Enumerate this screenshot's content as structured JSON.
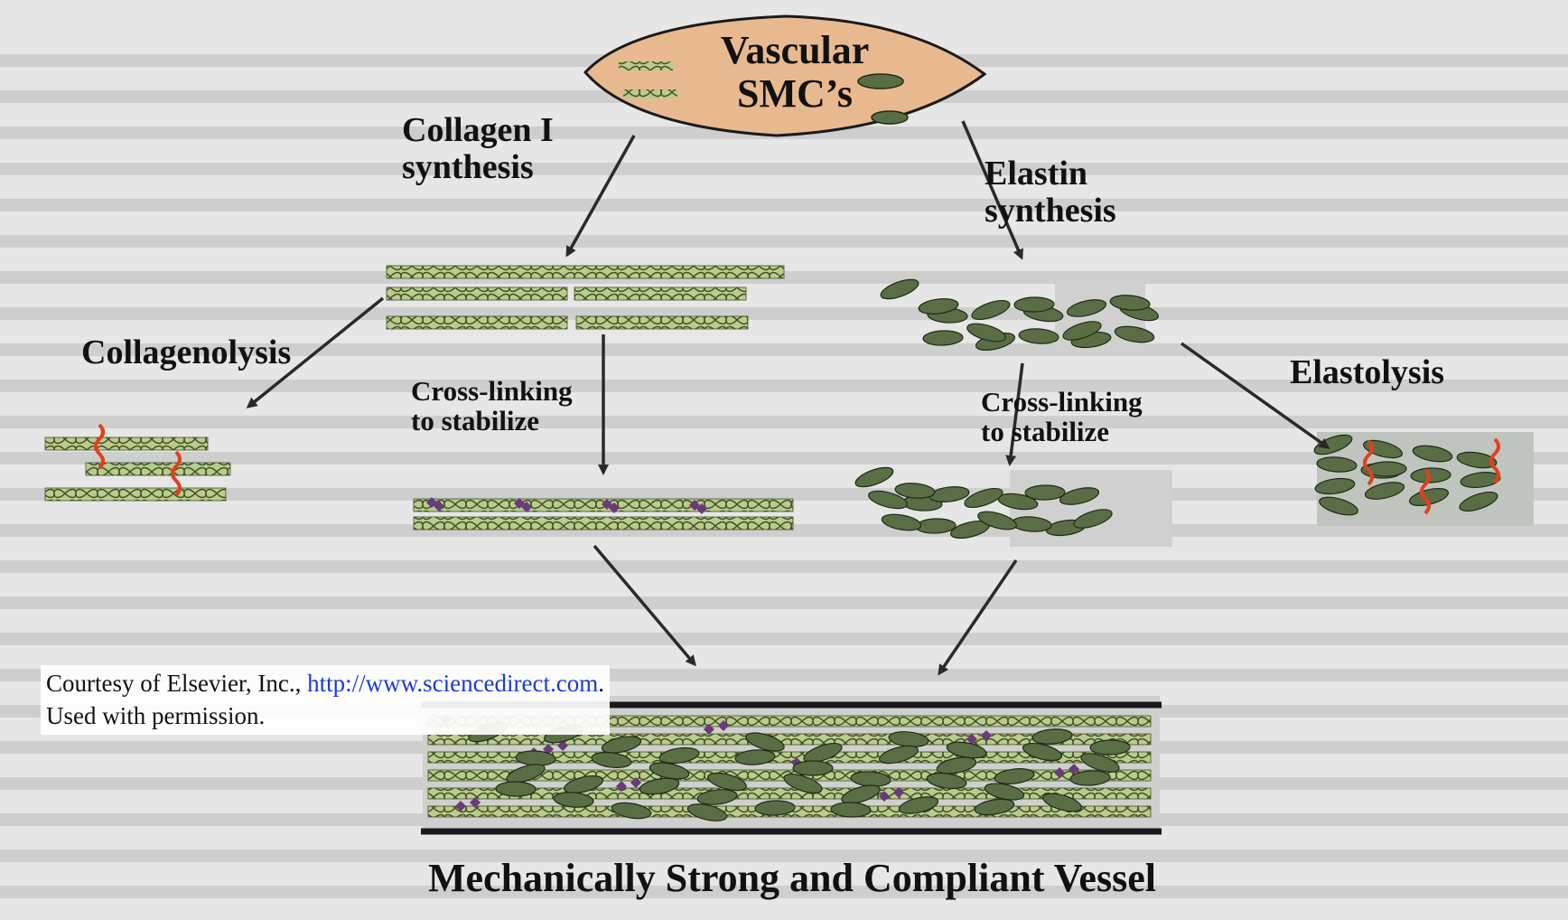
{
  "labels": {
    "vascular_line1": "Vascular",
    "vascular_line2": "SMC’s",
    "collagen_synthesis_line1": "Collagen I",
    "collagen_synthesis_line2": "synthesis",
    "elastin_synthesis_line1": "Elastin",
    "elastin_synthesis_line2": "synthesis",
    "collagenolysis": "Collagenolysis",
    "elastolysis": "Elastolysis",
    "crosslink_left_line1": "Cross-linking",
    "crosslink_left_line2": "to stabilize",
    "crosslink_right_line1": "Cross-linking",
    "crosslink_right_line2": "to stabilize",
    "vessel": "Mechanically Strong and Compliant Vessel"
  },
  "credit": {
    "prefix": "Courtesy of Elsevier, Inc., ",
    "link": "http://www.sciencedirect.com",
    "suffix": ".",
    "line2": "Used with permission."
  },
  "colors": {
    "cell_fill": "#e8b98f",
    "cell_stroke": "#1a1a1a",
    "collagen_fiber": "#b9cc8a",
    "fiber_dark": "#3f4f2a",
    "crosslink": "#6a3a7a",
    "elastin": "#5a6e46",
    "cut_mark": "#e2401c",
    "arrow": "#2a2a2a",
    "background": "#e6e6e6"
  }
}
